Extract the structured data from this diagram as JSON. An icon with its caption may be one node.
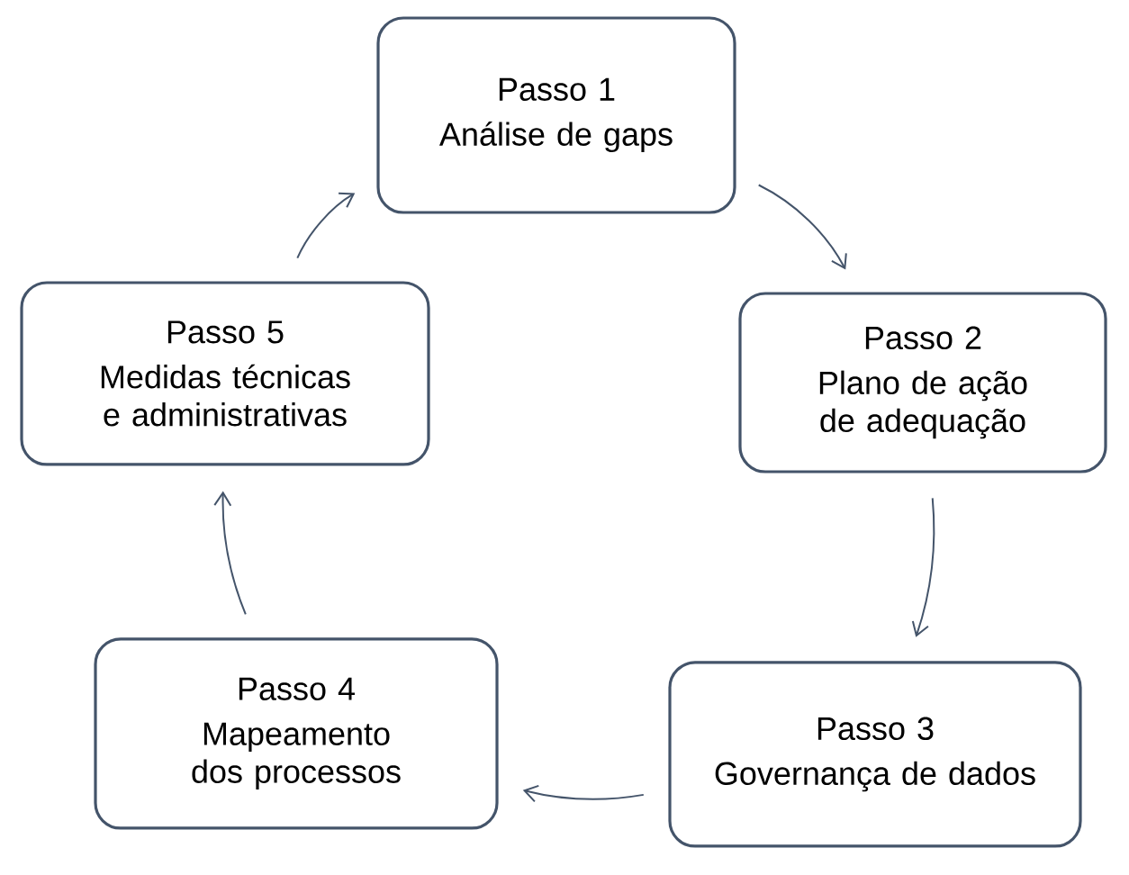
{
  "diagram": {
    "nodes": [
      {
        "text": [
          "Passo 1",
          "Análise de gaps"
        ]
      },
      {
        "text": [
          "Passo 2",
          "Plano de ação de adequação"
        ]
      },
      {
        "text": [
          "Passo 3",
          "Governança de dados"
        ]
      },
      {
        "text": [
          "Passo 4",
          "Mapeamento dos processos"
        ]
      },
      {
        "text": [
          "Passo 5",
          "Medidas técnicas e administrativas"
        ]
      }
    ],
    "edges": [
      {
        "from": 0,
        "to": 1,
        "arrow": "to"
      },
      {
        "from": 1,
        "to": 2,
        "arrow": "to"
      },
      {
        "from": 2,
        "to": 3,
        "arrow": "to"
      },
      {
        "from": 3,
        "to": 4,
        "arrow": "to"
      },
      {
        "from": 4,
        "to": 0,
        "arrow": "to"
      }
    ]
  }
}
